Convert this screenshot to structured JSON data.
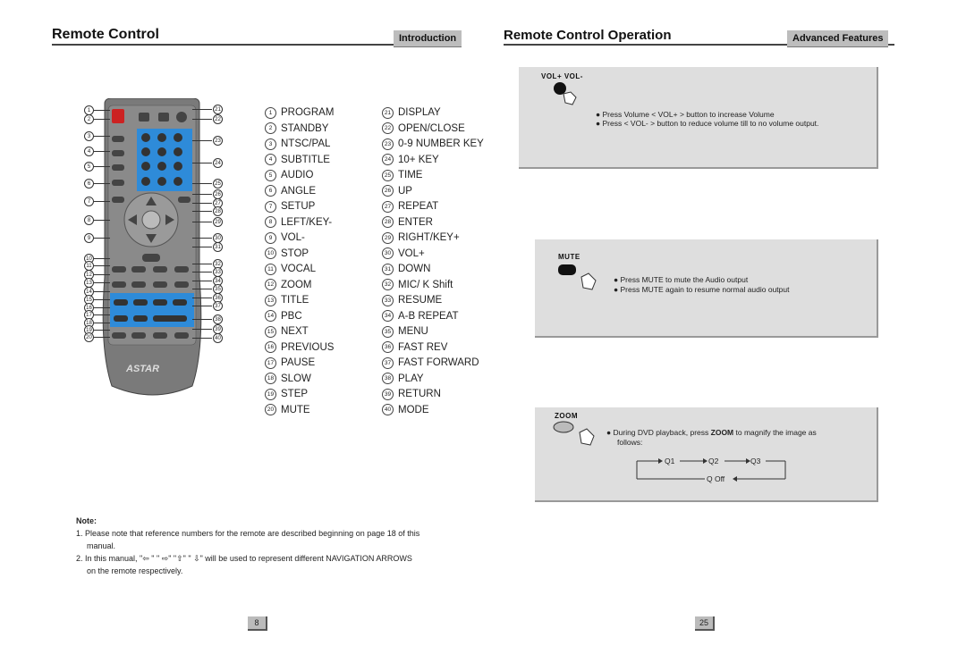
{
  "left_page": {
    "title": "Remote Control",
    "tag": "Introduction",
    "remote_brand": "ASTAR",
    "legend": [
      {
        "n": "1",
        "label": "PROGRAM"
      },
      {
        "n": "2",
        "label": "STANDBY"
      },
      {
        "n": "3",
        "label": "NTSC/PAL"
      },
      {
        "n": "4",
        "label": "SUBTITLE"
      },
      {
        "n": "5",
        "label": "AUDIO"
      },
      {
        "n": "6",
        "label": "ANGLE"
      },
      {
        "n": "7",
        "label": "SETUP"
      },
      {
        "n": "8",
        "label": "LEFT/KEY-"
      },
      {
        "n": "9",
        "label": "VOL-"
      },
      {
        "n": "10",
        "label": "STOP"
      },
      {
        "n": "11",
        "label": "VOCAL"
      },
      {
        "n": "12",
        "label": "ZOOM"
      },
      {
        "n": "13",
        "label": "TITLE"
      },
      {
        "n": "14",
        "label": "PBC"
      },
      {
        "n": "15",
        "label": "NEXT"
      },
      {
        "n": "16",
        "label": "PREVIOUS"
      },
      {
        "n": "17",
        "label": "PAUSE"
      },
      {
        "n": "18",
        "label": "SLOW"
      },
      {
        "n": "19",
        "label": "STEP"
      },
      {
        "n": "20",
        "label": "MUTE"
      },
      {
        "n": "21",
        "label": "DISPLAY"
      },
      {
        "n": "22",
        "label": "OPEN/CLOSE"
      },
      {
        "n": "23",
        "label": "0-9 NUMBER KEY"
      },
      {
        "n": "24",
        "label": "10+ KEY"
      },
      {
        "n": "25",
        "label": "TIME"
      },
      {
        "n": "26",
        "label": "UP"
      },
      {
        "n": "27",
        "label": "REPEAT"
      },
      {
        "n": "28",
        "label": "ENTER"
      },
      {
        "n": "29",
        "label": "RIGHT/KEY+"
      },
      {
        "n": "30",
        "label": "VOL+"
      },
      {
        "n": "31",
        "label": "DOWN"
      },
      {
        "n": "32",
        "label": "MIC/ K Shift"
      },
      {
        "n": "33",
        "label": "RESUME"
      },
      {
        "n": "34",
        "label": "A-B REPEAT"
      },
      {
        "n": "35",
        "label": "MENU"
      },
      {
        "n": "36",
        "label": "FAST REV"
      },
      {
        "n": "37",
        "label": "FAST FORWARD"
      },
      {
        "n": "38",
        "label": "PLAY"
      },
      {
        "n": "39",
        "label": "RETURN"
      },
      {
        "n": "40",
        "label": "MODE"
      }
    ],
    "note_title": "Note:",
    "note1_a": "1. Please note  that reference numbers for the remote are described beginning on page 18 of this",
    "note1_b": "manual.",
    "note2_a": "2. In this manual, \"",
    "note2_b": "\" will be used to represent different NAVIGATION ARROWS",
    "note2_c": "on the remote respectively.",
    "page_number": "8"
  },
  "right_page": {
    "title": "Remote Control Operation",
    "tag": "Advanced Features",
    "vol": {
      "title": "VOL+ VOL-",
      "line1": "Press Volume < VOL+ >  button to increase Volume",
      "line2": "Press < VOL- >  button to reduce volume till to no volume output."
    },
    "mute": {
      "title": "MUTE",
      "line1": "Press MUTE to mute the Audio output",
      "line2": "Press MUTE again to resume normal audio output"
    },
    "zoom": {
      "title": "ZOOM",
      "line1_a": "During DVD playback, press ",
      "line1_b": "ZOOM",
      "line1_c": " to magnify the image as",
      "line2": "follows:",
      "q1": "Q1",
      "q2": "Q2",
      "q3": "Q3",
      "qoff": "Q Off"
    },
    "page_number": "25"
  },
  "colors": {
    "remote_body": "#7a7a7a",
    "remote_blue": "#2e8bd9",
    "remote_red": "#cc2222",
    "box_bg": "#dedede"
  }
}
